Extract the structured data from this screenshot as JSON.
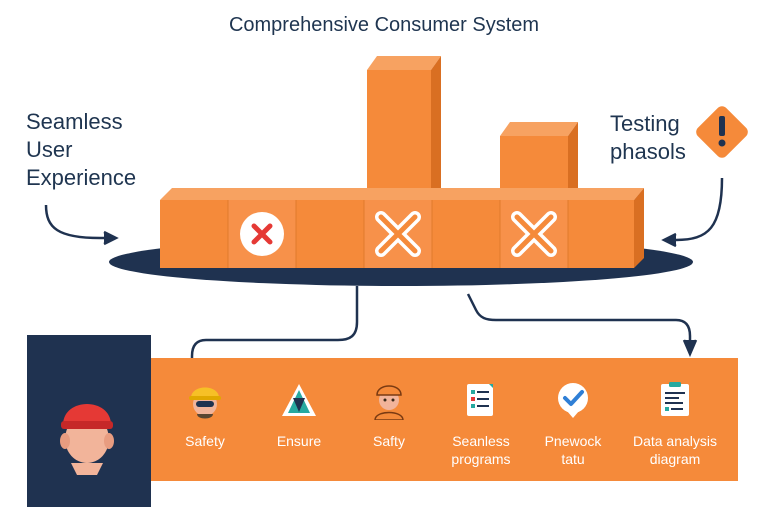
{
  "title": "Comprehensive Consumer System",
  "left_label": "Seamless\nUser\nExperience",
  "right_label": "Testing\nphasols",
  "items": [
    {
      "label": "Safety",
      "icon": "hardhat-worker-icon"
    },
    {
      "label": "Ensure",
      "icon": "warning-triangle-icon"
    },
    {
      "label": "Safty",
      "icon": "worker-icon"
    },
    {
      "label": "Seanless\nprograms",
      "icon": "checklist-icon"
    },
    {
      "label": "Pnewock\ntatu",
      "icon": "checkmark-badge-icon"
    },
    {
      "label": "Data analysis\ndiagram",
      "icon": "clipboard-report-icon"
    }
  ],
  "colors": {
    "orange": "#f58a3a",
    "navy": "#1f3250",
    "red": "#e53935"
  }
}
